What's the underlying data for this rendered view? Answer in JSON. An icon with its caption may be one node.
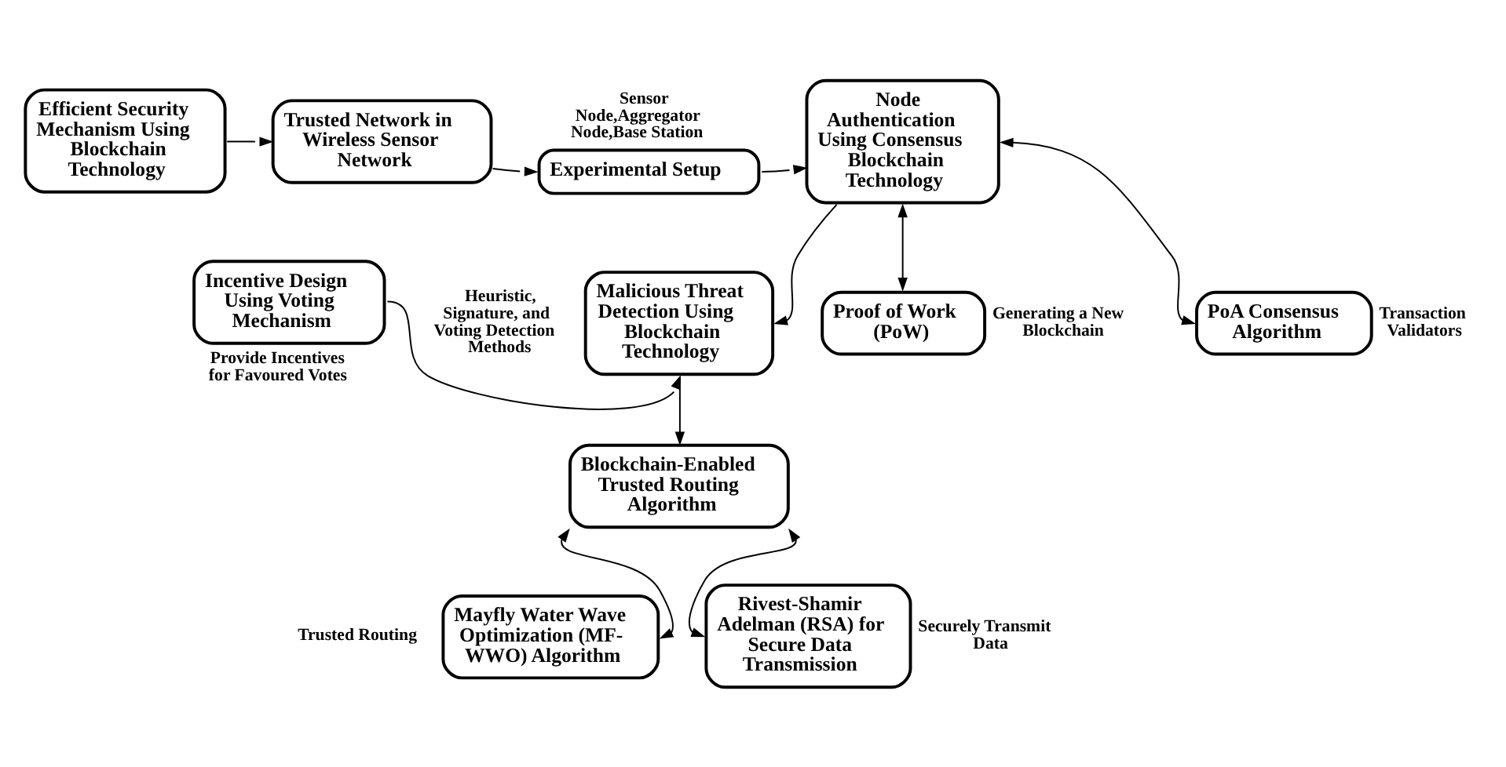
{
  "diagram": {
    "nodes": [
      {
        "text": [
          "Efficient Security Mechanism Using Blockchain Technology"
        ]
      },
      {
        "text": [
          "Trusted Network in Wireless Sensor Network"
        ]
      },
      {
        "text": [
          "Experimental Setup"
        ],
        "beside": [
          "Sensor Node,Aggregator Node,Base Station"
        ]
      },
      {
        "text": [
          "Node Authentication Using Consensus Blockchain Technology"
        ]
      },
      {
        "text": [
          "Proof of Work (PoW)"
        ],
        "beside": [
          "Generating a New Blockchain"
        ]
      },
      {
        "text": [
          "PoA Consensus Algorithm"
        ],
        "beside": [
          "Transaction Validators"
        ]
      },
      {
        "text": [
          "Malicious Threat Detection Using Blockchain Technology"
        ],
        "beside": [
          "Heuristic, Signature, and Voting Detection Methods"
        ]
      },
      {
        "text": [
          "Incentive Design Using Voting Mechanism"
        ],
        "beside": [
          "Provide Incentives for Favoured Votes"
        ]
      },
      {
        "text": [
          "Blockchain-Enabled Trusted Routing Algorithm"
        ]
      },
      {
        "text": [
          "Mayfly Water Wave Optimization (MF-WWO) Algorithm"
        ],
        "beside": [
          "Trusted Routing"
        ]
      },
      {
        "text": [
          "Rivest-Shamir Adelman (RSA) for Secure Data Transmission"
        ],
        "beside": [
          "Securely Transmit Data"
        ]
      }
    ],
    "edges": [
      {
        "from": 0,
        "to": 1,
        "arrow": "to"
      },
      {
        "from": 1,
        "to": 2,
        "arrow": "to"
      },
      {
        "from": 2,
        "to": 3,
        "arrow": "to"
      },
      {
        "from": 3,
        "to": 4,
        "arrow": "both"
      },
      {
        "from": 3,
        "to": 5,
        "arrow": "both"
      },
      {
        "from": 3,
        "to": 6,
        "arrow": "to"
      },
      {
        "from": 7,
        "to": 6,
        "arrow": "to"
      },
      {
        "from": 6,
        "to": 8,
        "arrow": "to"
      },
      {
        "from": 8,
        "to": 9,
        "arrow": "both"
      },
      {
        "from": 8,
        "to": 10,
        "arrow": "both"
      }
    ]
  }
}
